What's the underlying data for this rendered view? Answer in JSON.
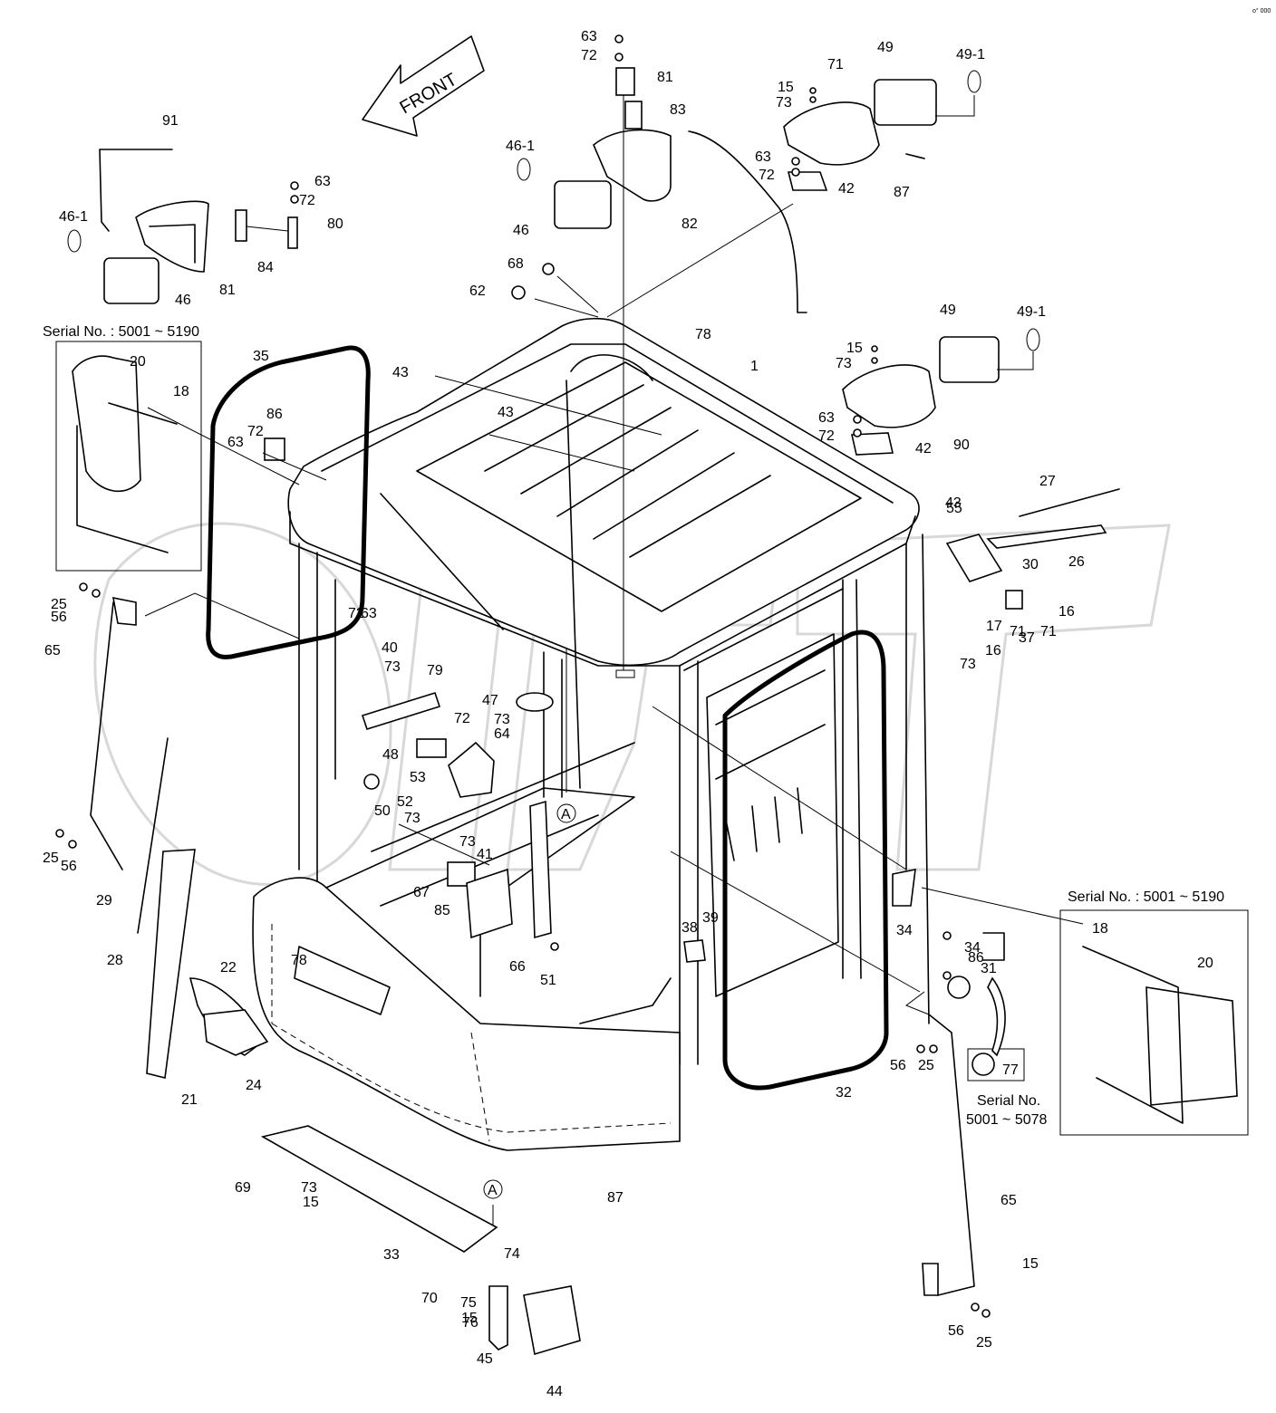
{
  "diagram": {
    "front_label": "FRONT",
    "serial_top_left": "Serial No. : 5001 ~ 5190",
    "serial_right": "Serial No. : 5001 ~ 5190",
    "serial_bottom_line1": "Serial No.",
    "serial_bottom_line2": "5001 ~ 5078",
    "corner_mark": "o° 000",
    "callout_a": "A",
    "labels": [
      "1",
      "15",
      "15",
      "15",
      "15",
      "15",
      "16",
      "16",
      "17",
      "18",
      "18",
      "20",
      "20",
      "21",
      "22",
      "24",
      "25",
      "25",
      "25",
      "25",
      "26",
      "27",
      "28",
      "29",
      "30",
      "31",
      "32",
      "33",
      "34",
      "34",
      "35",
      "37",
      "38",
      "39",
      "40",
      "41",
      "42",
      "42",
      "43",
      "43",
      "43",
      "44",
      "45",
      "46",
      "46",
      "46-1",
      "46-1",
      "47",
      "48",
      "49",
      "49",
      "49-1",
      "49-1",
      "50",
      "51",
      "52",
      "53",
      "55",
      "56",
      "56",
      "56",
      "56",
      "62",
      "63",
      "63",
      "63",
      "63",
      "63",
      "63",
      "64",
      "65",
      "65",
      "66",
      "67",
      "68",
      "69",
      "70",
      "71",
      "71",
      "71",
      "72",
      "72",
      "72",
      "72",
      "72",
      "72",
      "72",
      "73",
      "73",
      "73",
      "73",
      "73",
      "73",
      "73",
      "73",
      "74",
      "75",
      "76",
      "77",
      "78",
      "78",
      "79",
      "80",
      "81",
      "81",
      "82",
      "83",
      "84",
      "85",
      "86",
      "86",
      "87",
      "87",
      "90",
      "91"
    ]
  }
}
